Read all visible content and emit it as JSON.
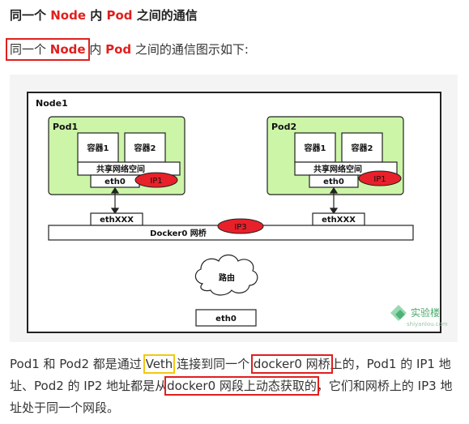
{
  "heading": {
    "prefix": "同一个 ",
    "node": "Node",
    "mid": " 内 ",
    "pod": "Pod",
    "suffix": " 之间的通信"
  },
  "intro": {
    "part1": "同一个 ",
    "node": "Node",
    "part2": " 内 ",
    "pod": "Pod",
    "part3": " 之间的通信图示如下:"
  },
  "diagram": {
    "node_label": "Node1",
    "pod1": {
      "label": "Pod1",
      "container1": "容器1",
      "container2": "容器2",
      "shared_ns": "共享网络空间",
      "eth": "eth0",
      "ip": "IP1"
    },
    "pod2": {
      "label": "Pod2",
      "container1": "容器1",
      "container2": "容器2",
      "shared_ns": "共享网络空间",
      "eth": "eth0",
      "ip": "IP1"
    },
    "ethxxx_left": "ethXXX",
    "ethxxx_right": "ethXXX",
    "bridge_label": "Docker0 网桥",
    "bridge_ip": "IP3",
    "router_label": "路由",
    "host_eth": "eth0",
    "watermark_cn": "实验楼",
    "watermark_en": "shiyanlou.com",
    "colors": {
      "pod_fill": "#ccf5a8",
      "ip_fill": "#e8202a",
      "bridge_ip_fill": "#e8202a"
    }
  },
  "paragraph": {
    "t1": "Pod1 和 Pod2 都是通过 ",
    "veth": "Veth",
    "t2": " 连接到同一个 ",
    "docker0_bridge": "docker0 网桥",
    "t3": "上的，Pod1 的 IP1 地址、Pod2 的 IP2 地址都是从",
    "docker0_segment": "docker0 网段上动态获取的",
    "t4": "，它们和网桥上的 IP3 地址处于同一个网段。"
  }
}
